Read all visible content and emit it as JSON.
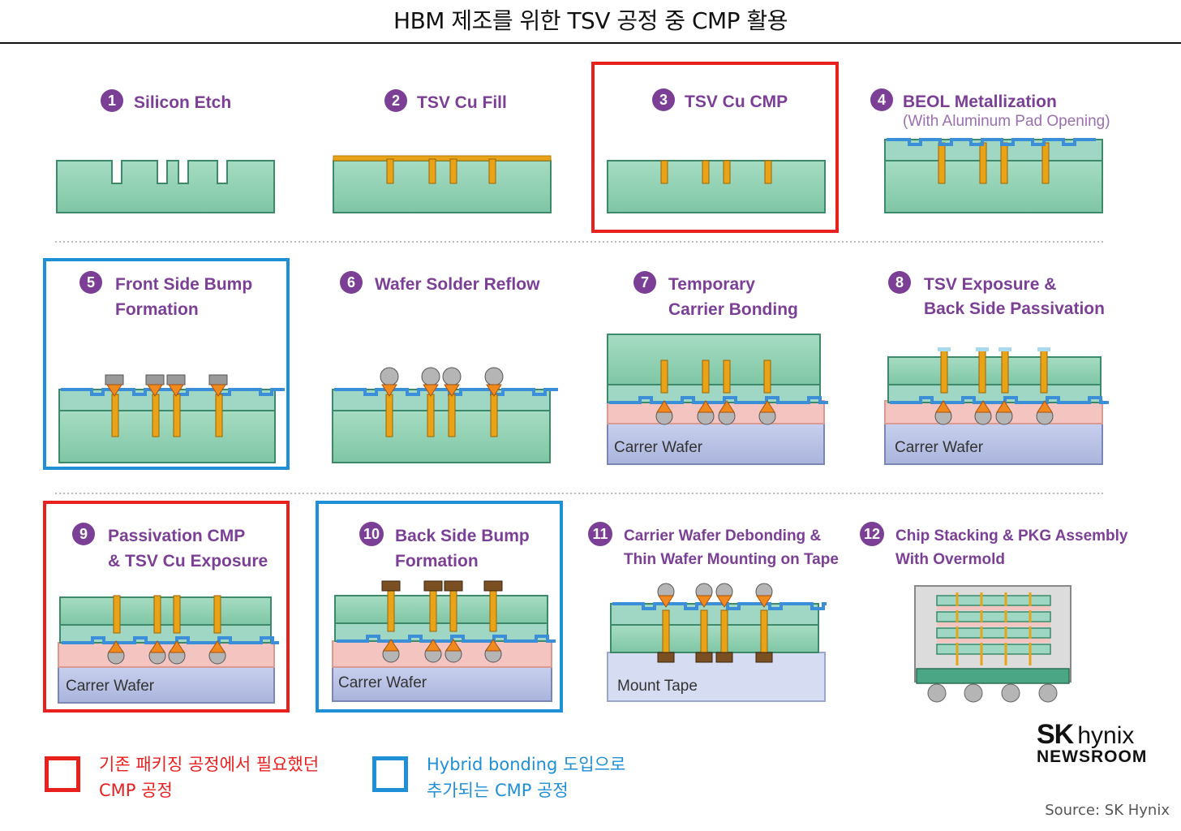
{
  "title": "HBM 제조를 위한 TSV 공정 중 CMP 활용",
  "steps": [
    {
      "num": "1",
      "lines": [
        "Silicon Etch"
      ],
      "highlight": "none"
    },
    {
      "num": "2",
      "lines": [
        "TSV Cu Fill"
      ],
      "highlight": "none"
    },
    {
      "num": "3",
      "lines": [
        "TSV Cu CMP"
      ],
      "highlight": "red"
    },
    {
      "num": "4",
      "lines": [
        "BEOL Metallization"
      ],
      "sub": "(With Aluminum Pad Opening)",
      "highlight": "none"
    },
    {
      "num": "5",
      "lines": [
        "Front Side Bump",
        "Formation"
      ],
      "highlight": "blue"
    },
    {
      "num": "6",
      "lines": [
        "Wafer Solder Reflow"
      ],
      "highlight": "none"
    },
    {
      "num": "7",
      "lines": [
        "Temporary",
        "Carrier Bonding"
      ],
      "highlight": "none"
    },
    {
      "num": "8",
      "lines": [
        "TSV Exposure &",
        "Back Side Passivation"
      ],
      "highlight": "none"
    },
    {
      "num": "9",
      "lines": [
        "Passivation CMP",
        "& TSV Cu Exposure"
      ],
      "highlight": "red"
    },
    {
      "num": "10",
      "lines": [
        "Back Side Bump",
        "Formation"
      ],
      "highlight": "blue"
    },
    {
      "num": "11",
      "lines": [
        "Carrier Wafer Debonding &",
        "Thin Wafer Mounting on Tape"
      ],
      "highlight": "none"
    },
    {
      "num": "12",
      "lines": [
        "Chip Stacking & PKG Assembly",
        "With Overmold"
      ],
      "highlight": "none"
    }
  ],
  "carrier_label": "Carrer Wafer",
  "tape_label": "Mount Tape",
  "legend": {
    "existing": {
      "line1": "기존 패키징 공정에서 필요했던",
      "line2": "CMP 공정",
      "color": "#e8211f"
    },
    "hybrid": {
      "line1": "Hybrid bonding 도입으로",
      "line2": "추가되는 CMP 공정",
      "color": "#1f8fd6"
    }
  },
  "brand": {
    "sk": "SK",
    "hynix": "hynix",
    "newsroom": "NEWSROOM"
  },
  "source": "Source: SK Hynix",
  "colors": {
    "purple": "#7c3f96",
    "silicon": "#8fd0b3",
    "copper": "#e8a317",
    "carrier": "#bcc6e6",
    "pink": "#f4c4c0",
    "pad": "#3b8fd8"
  }
}
